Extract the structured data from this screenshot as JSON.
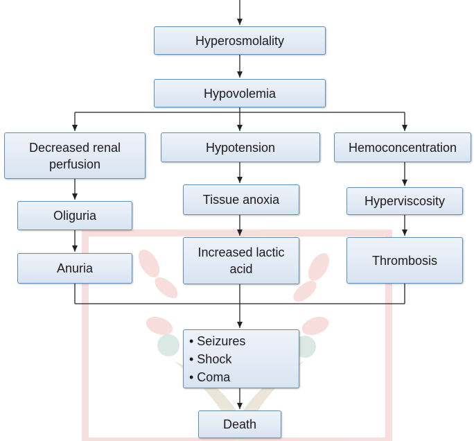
{
  "diagram": {
    "nodes": {
      "hyperosmolality": "Hyperosmolality",
      "hypovolemia": "Hypovolemia",
      "decreased_renal_perfusion": "Decreased renal perfusion",
      "hypotension": "Hypotension",
      "hemoconcentration": "Hemoconcentration",
      "oliguria": "Oliguria",
      "tissue_anoxia": "Tissue anoxia",
      "hyperviscosity": "Hyperviscosity",
      "anuria": "Anuria",
      "increased_lactic_acid": "Increased lactic acid",
      "thrombosis": "Thrombosis",
      "outcomes": [
        "• Seizures",
        "• Shock",
        "• Coma"
      ],
      "death": "Death"
    },
    "watermark": "decorative tree-figure watermark",
    "colors": {
      "box_fill": "#dfe8f3",
      "box_border": "#5f8db5",
      "arrow": "#222222",
      "watermark": "#d94a4a"
    }
  }
}
